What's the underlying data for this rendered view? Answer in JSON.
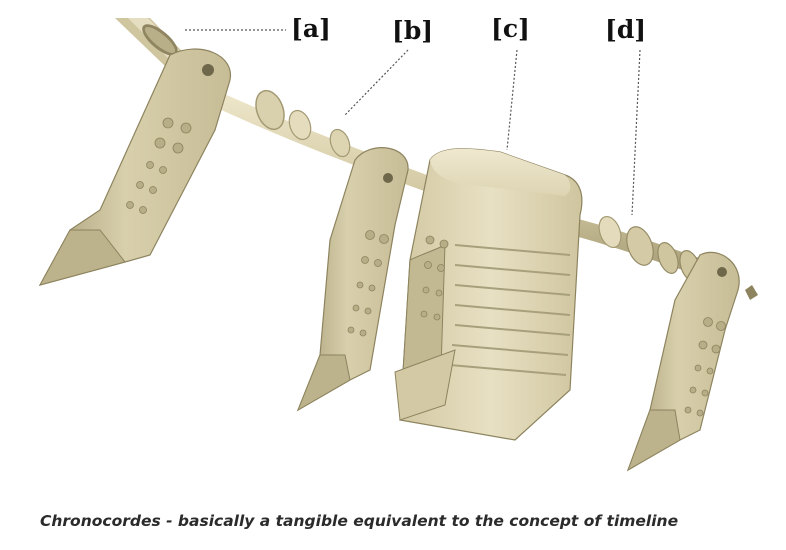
{
  "labels": {
    "a": "[a]",
    "b": "[b]",
    "c": "[c]",
    "d": "[d]"
  },
  "caption": "Chronocordes - basically a tangible equivalent to the concept of timeline",
  "colors": {
    "object": "#d8cfae",
    "object_shadow": "#a89f7c",
    "object_dark": "#8d845f",
    "background": "#ffffff",
    "text": "#111111"
  }
}
